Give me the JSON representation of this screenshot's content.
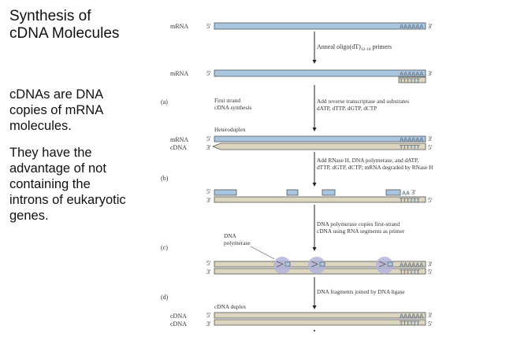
{
  "slide": {
    "title_line1": "Synthesis of",
    "title_line2": "cDNA Molecules",
    "para1_line1": "cDNAs are DNA",
    "para1_line2": "copies of mRNA",
    "para1_line3": "molecules.",
    "para2_line1": "They have the",
    "para2_line2": "advantage of not",
    "para2_line3": "containing the",
    "para2_line4": "introns of eukaryotic",
    "para2_line5": "genes."
  },
  "diagram": {
    "labels": {
      "mrna": "mRNA",
      "cdna": "cDNA",
      "five_prime": "5'",
      "three_prime": "3'",
      "poly_a": "AAAAAA",
      "poly_t": "TTTTTT",
      "poly_a_short": "AA"
    },
    "panels": {
      "a": "(a)",
      "b": "(b)",
      "c": "(c)",
      "d": "(d)"
    },
    "steps": {
      "anneal_prefix": "Anneal oligo(dT)",
      "anneal_sub": "12-18",
      "anneal_suffix": " primers",
      "rt_line1": "Add reverse transcriptase and substrates",
      "rt_line2": "dATP, dTTP, dGTP, dCTP",
      "rnaseh_line1": "Add RNase H, DNA polymerase, and dATP,",
      "rnaseh_line2": "dTTP, dGTP, dCTP; mRNA degraded by RNase H",
      "pol_line1": "DNA polymerase copies first-strand",
      "pol_line2": "cDNA using RNA segments as primer",
      "ligase": "DNA fragments joined by DNA ligase"
    },
    "notes": {
      "first_strand_line1": "First strand",
      "first_strand_line2": "cDNA synthesis",
      "heteroduplex": "Heteroduplex",
      "dna_pol_line1": "DNA",
      "dna_pol_line2": "polymerase",
      "cdna_duplex": "cDNA duplex"
    },
    "colors": {
      "rna_strand": "#a9c6e0",
      "dna_strand": "#dcd6c0",
      "polymerase": "#b3b4dc",
      "outline": "#555555"
    }
  }
}
